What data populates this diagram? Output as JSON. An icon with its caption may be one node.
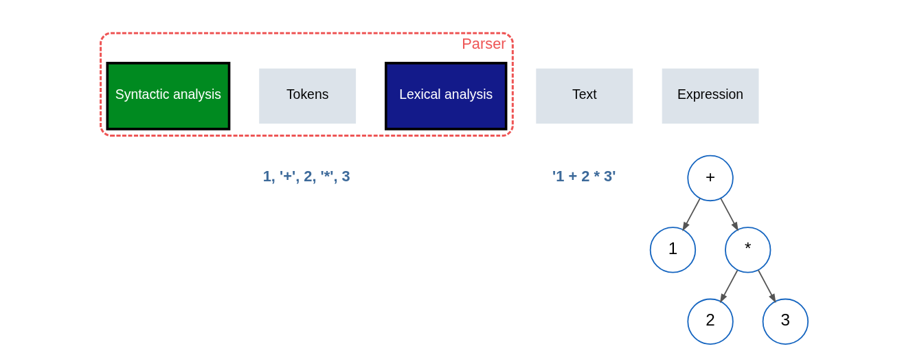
{
  "diagram": {
    "nodes": [
      {
        "text": [
          "Parser"
        ]
      },
      {
        "text": [
          "Text"
        ]
      },
      {
        "text": [
          "Lexical analysis"
        ],
        "in": 0
      },
      {
        "text": [
          "Tokens"
        ],
        "in": 0
      },
      {
        "text": [
          "Syntactic analysis"
        ],
        "in": 0
      },
      {
        "text": [
          "Expression"
        ]
      },
      {
        "text": [
          "+"
        ]
      },
      {
        "text": [
          "1"
        ]
      },
      {
        "text": [
          "*"
        ]
      },
      {
        "text": [
          "2"
        ]
      },
      {
        "text": [
          "3"
        ]
      }
    ],
    "edges": [
      {
        "from": 6,
        "to": 7,
        "arrow": "to"
      },
      {
        "from": 6,
        "to": 8,
        "arrow": "to"
      },
      {
        "from": 8,
        "to": 9,
        "arrow": "to"
      },
      {
        "from": 8,
        "to": 10,
        "arrow": "to"
      }
    ],
    "labels": [
      "'1 + 2 * 3'",
      "1, '+', 2, '*', 3"
    ]
  }
}
